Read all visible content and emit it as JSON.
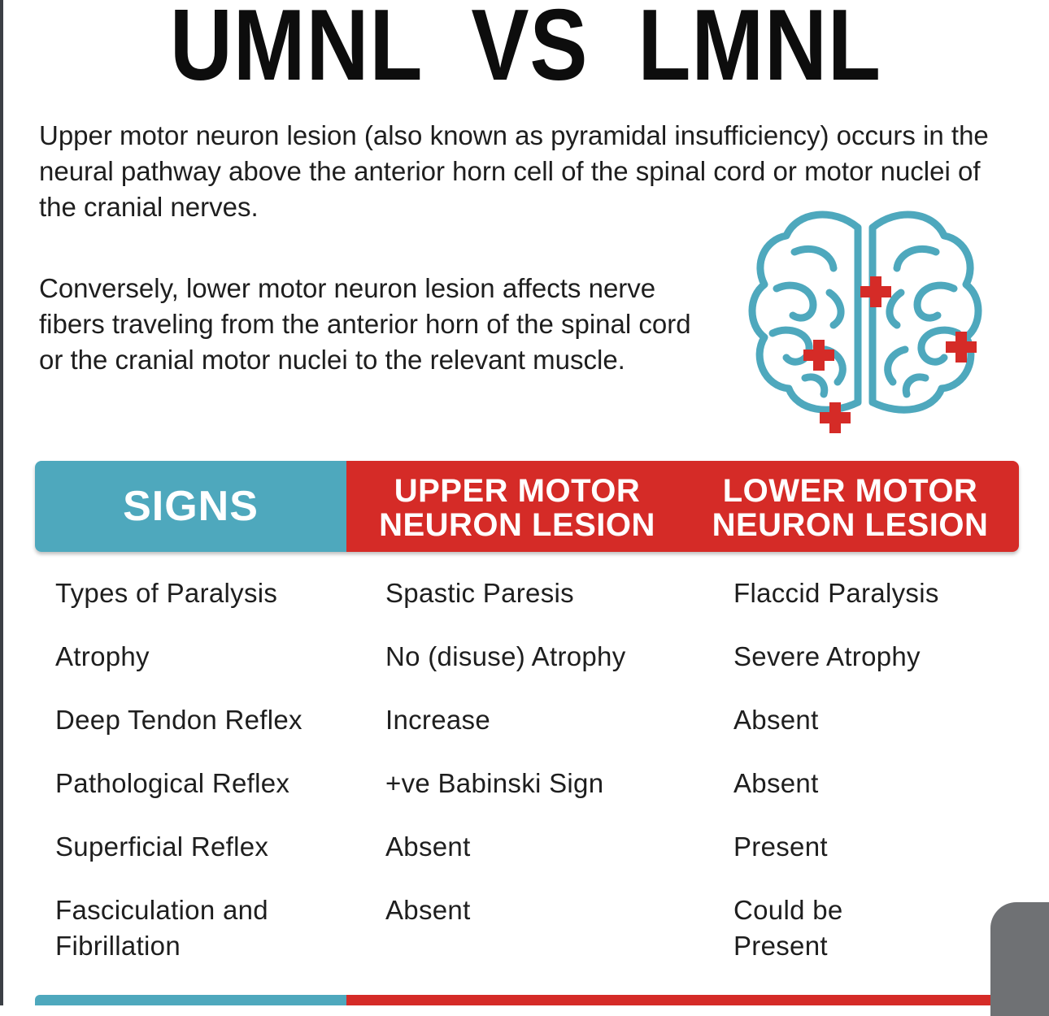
{
  "title": "UMNL  VS  LMNL",
  "intro": {
    "paragraph1": "Upper motor neuron lesion (also known as pyramidal insufficiency) occurs  in  the neural pathway  above  the anterior horn cell  of the spinal cord or motor nuclei of the cranial nerves.",
    "paragraph2": "Conversely, lower motor neuron lesion  affects nerve fibers traveling from the anterior horn of the spinal cord  or  the  cranial motor nuclei to the relevant muscle."
  },
  "table": {
    "headers": {
      "signs": "SIGNS",
      "umn_line1": "UPPER MOTOR",
      "umn_line2": "NEURON LESION",
      "lmn_line1": "LOWER MOTOR",
      "lmn_line2": "NEURON LESION"
    },
    "rows": [
      {
        "sign": "Types of Paralysis",
        "umn": "Spastic Paresis",
        "lmn": "Flaccid Paralysis"
      },
      {
        "sign": "Atrophy",
        "umn": "No (disuse) Atrophy",
        "lmn": "Severe Atrophy"
      },
      {
        "sign": "Deep Tendon Reflex",
        "umn": "Increase",
        "lmn": "Absent"
      },
      {
        "sign": "Pathological Reflex",
        "umn": "+ve Babinski Sign",
        "lmn": "Absent"
      },
      {
        "sign": "Superficial Reflex",
        "umn": "Absent",
        "lmn": "Present"
      },
      {
        "sign_line1": "Fasciculation and",
        "sign_line2": "Fibrillation",
        "umn": "Absent",
        "lmn_line1": "Could be",
        "lmn_line2": "Present"
      }
    ]
  },
  "colors": {
    "teal": "#4ea8bd",
    "red": "#d52b27",
    "text": "#1e1e1e"
  },
  "icons": {
    "brain": "brain-icon",
    "cross": "red-cross-icon"
  }
}
